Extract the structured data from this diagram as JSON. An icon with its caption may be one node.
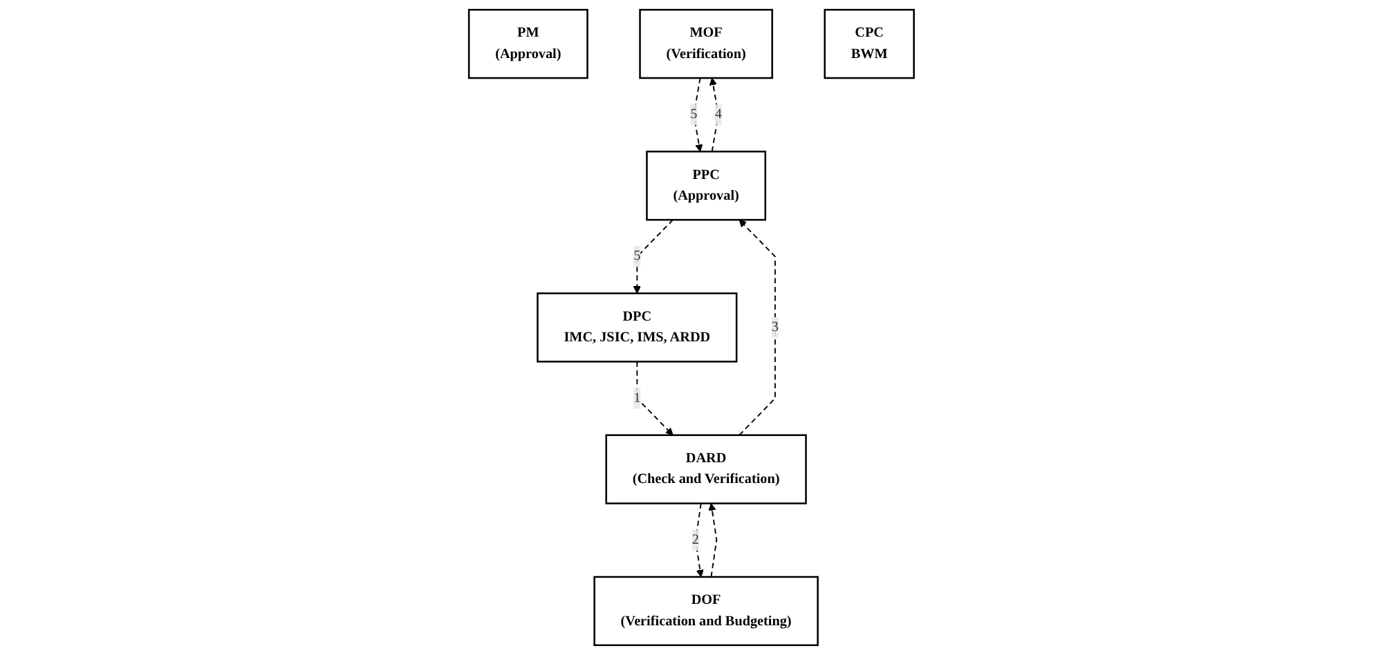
{
  "diagram": {
    "nodes": [
      {
        "text": [
          "PM",
          "(Approval)"
        ]
      },
      {
        "text": [
          "MOF",
          "(Verification)"
        ]
      },
      {
        "text": [
          "PPC",
          "(Approval)"
        ]
      },
      {
        "text": [
          "CPC",
          "BWM"
        ]
      },
      {
        "text": [
          "DPC",
          "IMC, JSIC, IMS, ARDD"
        ]
      },
      {
        "text": [
          "DARD",
          "(Check and Verification)"
        ]
      },
      {
        "text": [
          "DOF",
          "(Verification and Budgeting)"
        ]
      }
    ],
    "edges": [
      {
        "from": 1,
        "to": 2,
        "arrow": "to",
        "label": "5",
        "style": "dashed"
      },
      {
        "from": 2,
        "to": 1,
        "arrow": "to",
        "label": "4",
        "style": "dashed"
      },
      {
        "from": 2,
        "to": 4,
        "arrow": "to",
        "label": "5",
        "style": "dashed"
      },
      {
        "from": 4,
        "to": 5,
        "arrow": "to",
        "label": "1",
        "style": "dashed"
      },
      {
        "from": 5,
        "to": 2,
        "arrow": "to",
        "label": "3",
        "style": "dashed"
      },
      {
        "from": 5,
        "to": 6,
        "arrow": "to",
        "label": "2",
        "style": "dashed"
      },
      {
        "from": 6,
        "to": 5,
        "arrow": "to",
        "style": "dashed"
      }
    ]
  }
}
